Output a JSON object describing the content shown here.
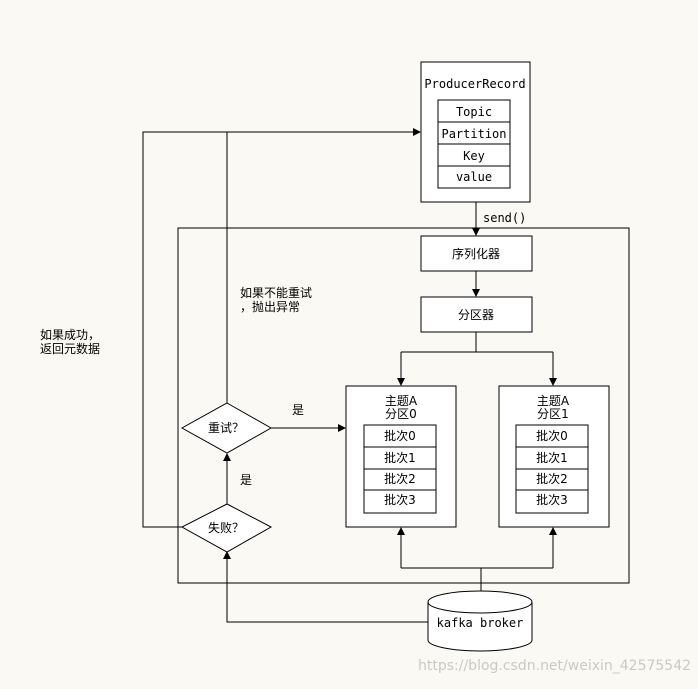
{
  "producer_record": {
    "title": "ProducerRecord",
    "fields": [
      "Topic",
      "Partition",
      "Key",
      "value"
    ]
  },
  "send_label": "send()",
  "serializer_label": "序列化器",
  "partitioner_label": "分区器",
  "partitions": [
    {
      "topic": "主题A",
      "partition": "分区0",
      "batches": [
        "批次0",
        "批次1",
        "批次2",
        "批次3"
      ]
    },
    {
      "topic": "主题A",
      "partition": "分区1",
      "batches": [
        "批次0",
        "批次1",
        "批次2",
        "批次3"
      ]
    }
  ],
  "retry_label": "重试？",
  "fail_label": "失败？",
  "yes_label_retry": "是",
  "yes_label_fail": "是",
  "cannot_retry_line1": "如果不能重试",
  "cannot_retry_line2": "，抛出异常",
  "success_line1": "如果成功，",
  "success_line2": "返回元数据",
  "broker_label": "kafka broker",
  "watermark": "https://blog.csdn.net/weixin_42575542"
}
